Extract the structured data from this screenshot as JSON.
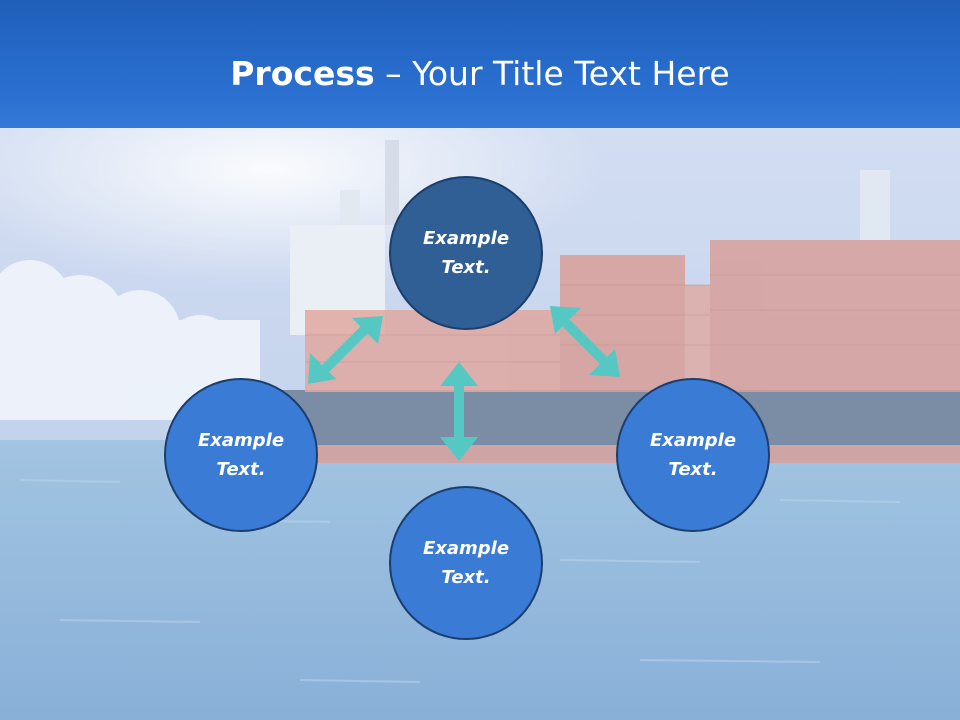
{
  "title": {
    "bold": "Process",
    "rest": " – Your Title Text Here"
  },
  "nodes": [
    {
      "id": "top",
      "label": "Example Text."
    },
    {
      "id": "left",
      "label": "Example Text."
    },
    {
      "id": "right",
      "label": "Example Text."
    },
    {
      "id": "bottom",
      "label": "Example Text."
    }
  ],
  "colors": {
    "title_bar": "#2468c8",
    "node_fill": "#3a7bd5",
    "node_top_fill": "#2f5f94",
    "node_border": "#1c3e6e",
    "arrow": "#56c8c3"
  }
}
